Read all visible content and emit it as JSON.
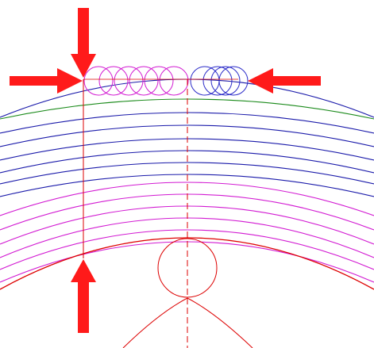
{
  "colors": {
    "background": "#ffffff",
    "arrow": "#ff1a1a",
    "construction": "#dd0000",
    "arc_blue": "#1a1aaa",
    "arc_green": "#1a8a1a",
    "arc_magenta": "#d21ad2",
    "circle_blue": "#2a2ac8",
    "circle_magenta": "#d21ad2"
  },
  "diagram": {
    "arrows": [
      {
        "name": "arrow-top-down",
        "direction": "down"
      },
      {
        "name": "arrow-left-right",
        "direction": "right"
      },
      {
        "name": "arrow-right-left",
        "direction": "left"
      },
      {
        "name": "arrow-bottom-up",
        "direction": "up"
      }
    ],
    "arc_layers": [
      {
        "name": "arc-blue-1",
        "color": "arc_blue"
      },
      {
        "name": "arc-green",
        "color": "arc_green"
      },
      {
        "name": "arc-blue-2",
        "color": "arc_blue"
      },
      {
        "name": "arc-blue-3",
        "color": "arc_blue"
      },
      {
        "name": "arc-blue-4",
        "color": "arc_blue"
      },
      {
        "name": "arc-blue-5",
        "color": "arc_blue"
      },
      {
        "name": "arc-blue-6",
        "color": "arc_blue"
      },
      {
        "name": "arc-blue-7",
        "color": "arc_blue"
      },
      {
        "name": "arc-magenta-1",
        "color": "arc_magenta"
      },
      {
        "name": "arc-magenta-2",
        "color": "arc_magenta"
      },
      {
        "name": "arc-magenta-3",
        "color": "arc_magenta"
      },
      {
        "name": "arc-magenta-4",
        "color": "arc_magenta"
      },
      {
        "name": "arc-magenta-5",
        "color": "arc_magenta"
      },
      {
        "name": "arc-magenta-6",
        "color": "arc_magenta"
      },
      {
        "name": "arc-red-bottom",
        "color": "construction"
      }
    ],
    "top_circles": [
      {
        "name": "top-circle-magenta-1",
        "color": "circle_magenta"
      },
      {
        "name": "top-circle-magenta-2",
        "color": "circle_magenta"
      },
      {
        "name": "top-circle-magenta-3",
        "color": "circle_magenta"
      },
      {
        "name": "top-circle-magenta-4",
        "color": "circle_magenta"
      },
      {
        "name": "top-circle-magenta-5",
        "color": "circle_magenta"
      },
      {
        "name": "top-circle-magenta-6",
        "color": "circle_magenta"
      },
      {
        "name": "top-circle-blue-1",
        "color": "circle_blue"
      },
      {
        "name": "top-circle-blue-2",
        "color": "circle_blue"
      },
      {
        "name": "top-circle-blue-3",
        "color": "circle_blue"
      },
      {
        "name": "top-circle-blue-4",
        "color": "circle_blue"
      }
    ]
  }
}
